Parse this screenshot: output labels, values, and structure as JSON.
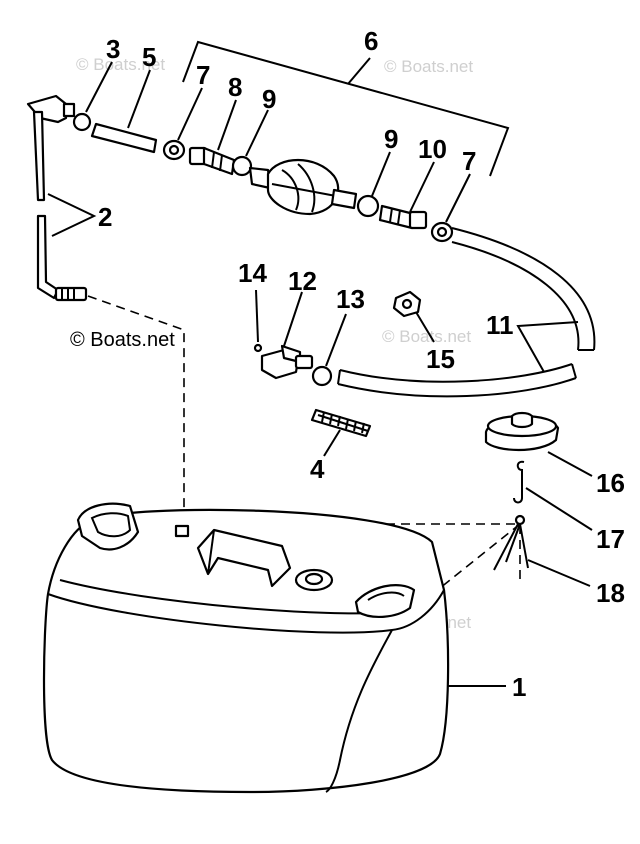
{
  "copyright": "© Boats.net",
  "watermark": "© Boats.net",
  "callouts": {
    "c1": "1",
    "c2": "2",
    "c3": "3",
    "c4": "4",
    "c5": "5",
    "c6": "6",
    "c7a": "7",
    "c7b": "7",
    "c8": "8",
    "c9a": "9",
    "c9b": "9",
    "c10": "10",
    "c11": "11",
    "c12": "12",
    "c13": "13",
    "c14": "14",
    "c15": "15",
    "c16": "16",
    "c17": "17",
    "c18": "18"
  }
}
